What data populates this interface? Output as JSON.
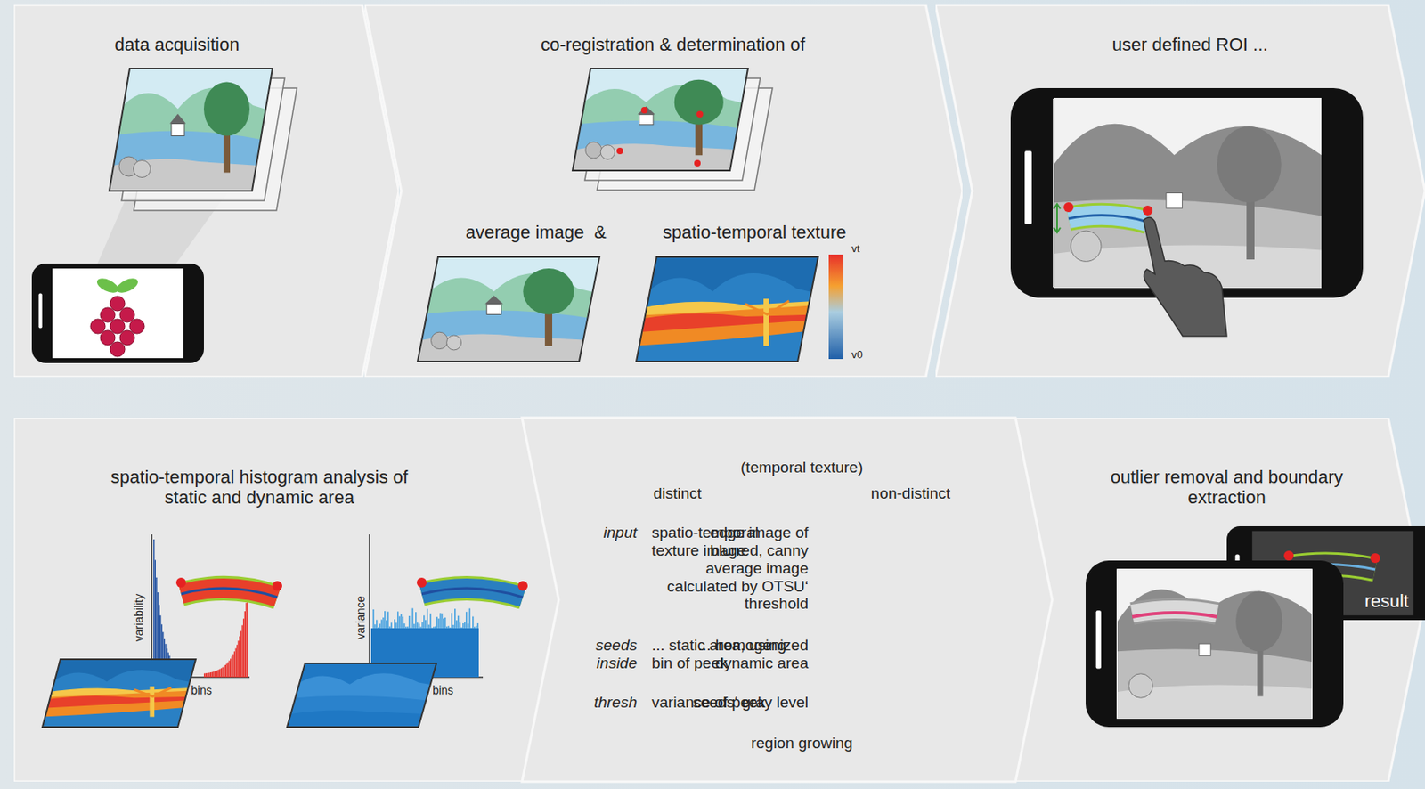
{
  "diagram": {
    "nodes": [
      {
        "text": [
          "data acquisition"
        ]
      },
      {
        "text": [
          "co-registration & determination of"
        ]
      },
      {
        "text": [
          "user defined ROI ..."
        ]
      },
      {
        "text": [
          "spatio-temporal histogram analysis of static and dynamic area"
        ]
      },
      {
        "text": [
          "(temporal texture)",
          "distinct",
          "non-distinct",
          "input",
          "spatio-temporal texture image",
          "edge image of blurred, canny average image calculated by OTSU‘ threshold",
          "seeds inside",
          "... static area, using bin of peek",
          "... homogenized dynamic area",
          "thresh",
          "variance of peek",
          "seeds‘ gray level",
          "region growing"
        ]
      },
      {
        "text": [
          "outlier removal and boundary extraction"
        ]
      }
    ],
    "labels": [
      "average image  &",
      "spatio-temporal texture",
      "vt",
      "v0",
      "variability",
      "bins",
      "variance",
      "bins",
      "result"
    ]
  }
}
